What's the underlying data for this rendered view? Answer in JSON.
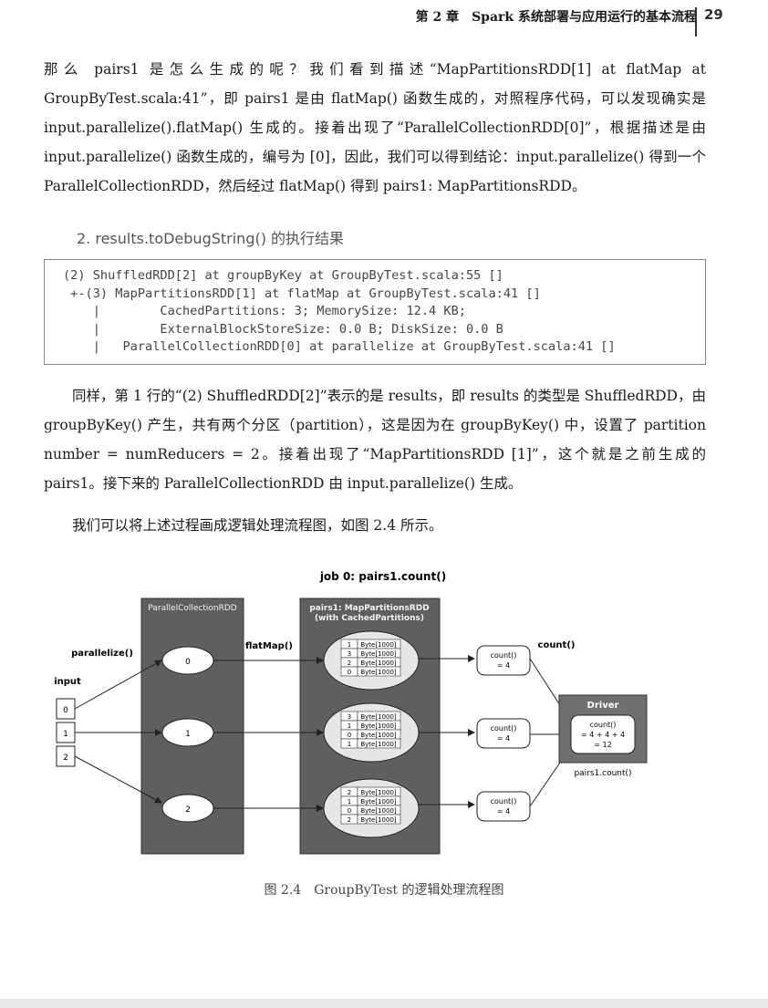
{
  "header": {
    "chapter_title": "第 2 章　Spark 系统部署与应用运行的基本流程",
    "page_number": "29"
  },
  "paragraphs": [
    "那么 pairs1 是怎么生成的呢？我们看到描述“MapPartitionsRDD[1] at flatMap at GroupByTest.scala:41”，即 pairs1 是由 flatMap() 函数生成的，对照程序代码，可以发现确实是 input.parallelize().flatMap() 生成的。接着出现了“ParallelCollectionRDD[0]”，根据描述是由 input.parallelize() 函数生成的，编号为 [0]，因此，我们可以得到结论：input.parallelize() 得到一个 ParallelCollectionRDD，然后经过 flatMap() 得到 pairs1: MapPartitionsRDD。",
    "同样，第 1 行的“(2) ShuffledRDD[2]”表示的是 results，即 results 的类型是 ShuffledRDD，由 groupByKey() 产生，共有两个分区（partition），这是因为在 groupByKey() 中，设置了 partition number = numReducers = 2。接着出现了“MapPartitionsRDD [1]”，这个就是之前生成的 pairs1。接下来的 ParallelCollectionRDD 由 input.parallelize() 生成。",
    "我们可以将上述过程画成逻辑处理流程图，如图 2.4 所示。"
  ],
  "section_heading": "2. results.toDebugString() 的执行结果",
  "code_lines": [
    "(2) ShuffledRDD[2] at groupByKey at GroupByTest.scala:55 []",
    " +-(3) MapPartitionsRDD[1] at flatMap at GroupByTest.scala:41 []",
    "    |        CachedPartitions: 3; MemorySize: 12.4 KB;",
    "    |        ExternalBlockStoreSize: 0.0 B; DiskSize: 0.0 B",
    "    |   ParallelCollectionRDD[0] at parallelize at GroupByTest.scala:41 []"
  ],
  "figure": {
    "job_title": "job 0:  pairs1.count()",
    "pc_rdd_label": "ParallelCollectionRDD",
    "mp_rdd_label_1": "pairs1: MapPartitionsRDD",
    "mp_rdd_label_2": "(with CachedPartitions)",
    "parallelize_label": "parallelize()",
    "flatmap_label": "flatMap()",
    "count_label": "count()",
    "input_label": "input",
    "input_cells": [
      "0",
      "1",
      "2"
    ],
    "partitions": [
      "0",
      "1",
      "2"
    ],
    "tables": [
      [
        [
          "1",
          "Byte[1000]"
        ],
        [
          "3",
          "Byte[1000]"
        ],
        [
          "2",
          "Byte[1000]"
        ],
        [
          "0",
          "Byte[1000]"
        ]
      ],
      [
        [
          "3",
          "Byte[1000]"
        ],
        [
          "1",
          "Byte[1000]"
        ],
        [
          "0",
          "Byte[1000]"
        ],
        [
          "1",
          "Byte[1000]"
        ]
      ],
      [
        [
          "2",
          "Byte[1000]"
        ],
        [
          "1",
          "Byte[1000]"
        ],
        [
          "0",
          "Byte[1000]"
        ],
        [
          "2",
          "Byte[1000]"
        ]
      ]
    ],
    "count_boxes": [
      [
        "count()",
        "= 4"
      ],
      [
        "count()",
        "= 4"
      ],
      [
        "count()",
        "= 4"
      ]
    ],
    "driver_label": "Driver",
    "driver_box": [
      "count()",
      "= 4 + 4 + 4",
      "= 12"
    ],
    "driver_caption": "pairs1.count()",
    "caption": "图 2.4　GroupByTest 的逻辑处理流程图"
  }
}
